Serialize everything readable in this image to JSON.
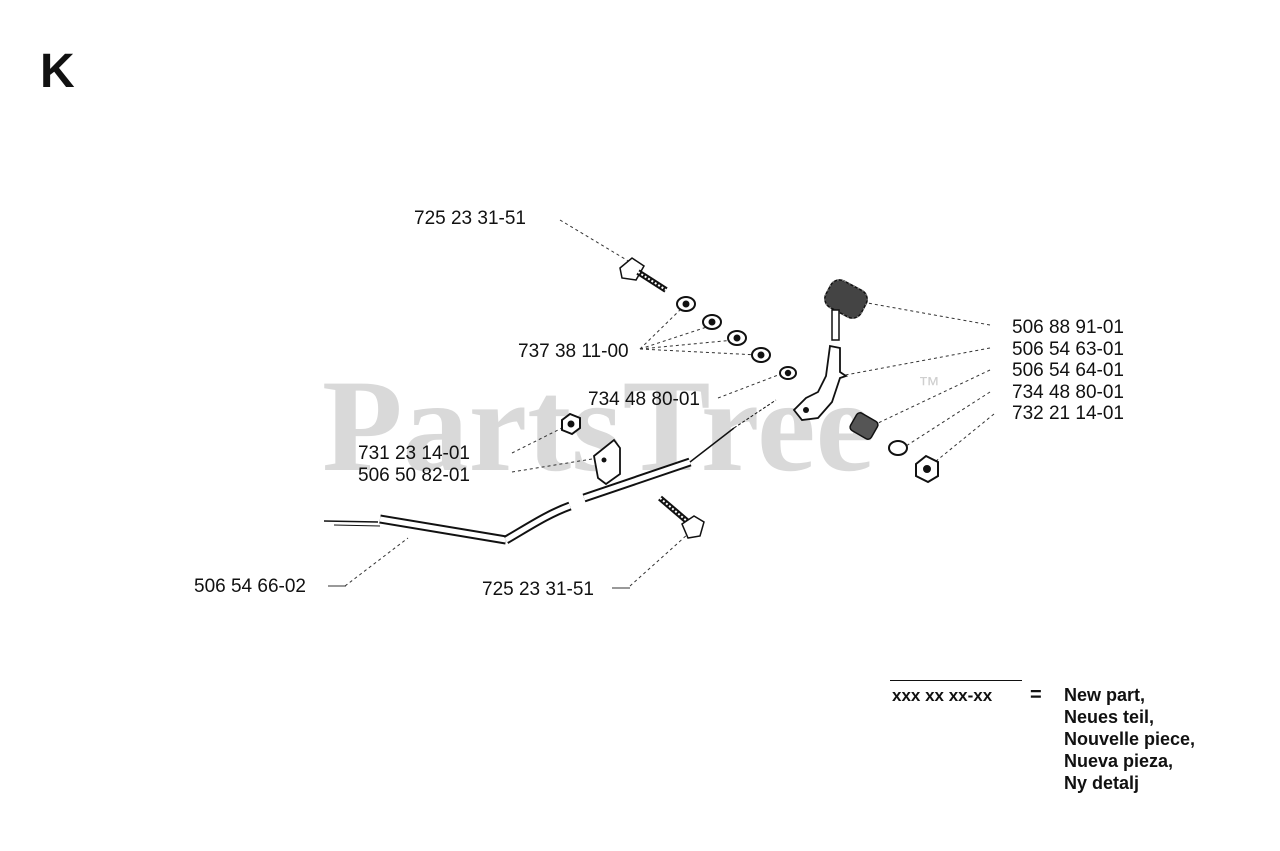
{
  "section_letter": "K",
  "watermark": "PartsTree",
  "watermark_mark": "™",
  "part_numbers": {
    "bolt_top": "725 23 31-51",
    "washers": "737 38 11-00",
    "washer_mid": "734 48 80-01",
    "nut_left": "731 23 14-01",
    "clamp": "506 50 82-01",
    "cable": "506 54 66-02",
    "bolt_bottom": "725 23 31-51",
    "knob": "506 88 91-01",
    "lever": "506 54 63-01",
    "bushing": "506 54 64-01",
    "washer_right": "734 48 80-01",
    "nut_right": "732 21 14-01"
  },
  "legend": {
    "code": "xxx xx xx-xx",
    "equals": "=",
    "labels": [
      "New part,",
      "Neues teil,",
      "Nouvelle piece,",
      "Nueva pieza,",
      "Ny detalj"
    ]
  }
}
